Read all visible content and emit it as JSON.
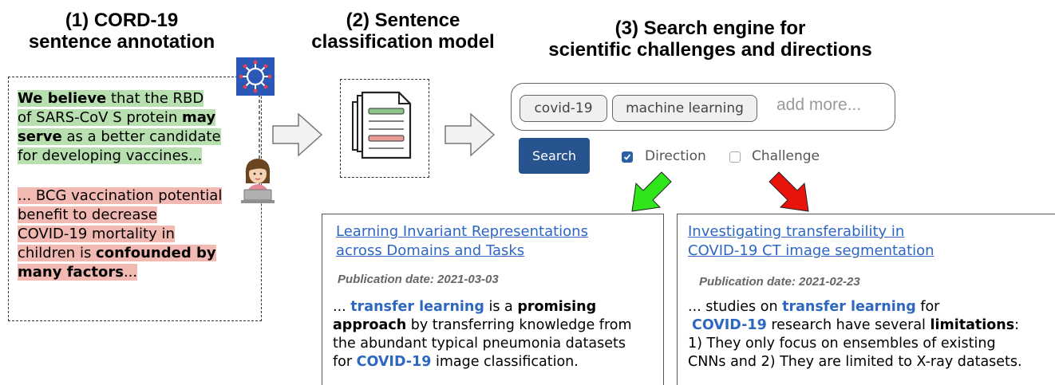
{
  "panels": {
    "p1": {
      "line1": "(1) CORD-19",
      "line2": "sentence annotation"
    },
    "p2": {
      "line1": "(2) Sentence",
      "line2": "classification model"
    },
    "p3": {
      "line1": "(3) Search engine for",
      "line2": "scientific challenges and directions"
    }
  },
  "annotation": {
    "green": {
      "l1_bold": "We believe",
      "l1_rest": " that the RBD",
      "l2_rest": "of SARS-CoV S protein ",
      "l2_bold": "may",
      "l3_bold": "serve",
      "l3_rest": " as a better candidate",
      "l4": "for developing vaccines..."
    },
    "red": {
      "l1": "... BCG vaccination potential",
      "l2": "benefit to decrease",
      "l3": "COVID-19 mortality in",
      "l4_rest": "children is ",
      "l4_bold": "confounded by",
      "l5_bold": "many factors",
      "l5_rest": "..."
    }
  },
  "search": {
    "tags": [
      "covid-19",
      "machine learning"
    ],
    "placeholder": "add more...",
    "button_label": "Search",
    "filters": [
      {
        "label": "Direction",
        "checked": true
      },
      {
        "label": "Challenge",
        "checked": false
      }
    ]
  },
  "results": [
    {
      "title_l1": "Learning Invariant Representations",
      "title_l2": "across Domains and Tasks",
      "date": "Publication date: 2021-03-03",
      "s1_a": "... ",
      "s1_kw": "transfer learning",
      "s1_b": " is a ",
      "s1_bold": "promising",
      "s2_bold": "approach",
      "s2_rest": " by transferring knowledge from",
      "s3": "the abundant typical pneumonia datasets",
      "s4_a": "for ",
      "s4_kw": "COVID-19",
      "s4_b": " image classification."
    },
    {
      "title_l1": "Investigating transferability in",
      "title_l2": "COVID-19 CT image segmentation",
      "date": "Publication date: 2021-02-23",
      "s1_a": "... studies on ",
      "s1_kw": "transfer learning",
      "s1_b": " for",
      "s2_kw": "COVID-19",
      "s2_a": " research have several ",
      "s2_bold": "limitations",
      "s2_b": ":",
      "s3": "1) They only focus on ensembles of existing",
      "s4": "CNNs and 2) They are limited to X-ray datasets."
    }
  ],
  "colors": {
    "green_highlight": "#b7dfb0",
    "red_highlight": "#f2b9b2",
    "link_blue": "#2e67c0",
    "button_blue": "#27548f",
    "direction_arrow": "#2ee61a",
    "challenge_arrow": "#e8140c"
  },
  "icons": [
    "virus-icon",
    "annotator-icon",
    "documents-icon",
    "arrow-icon"
  ]
}
